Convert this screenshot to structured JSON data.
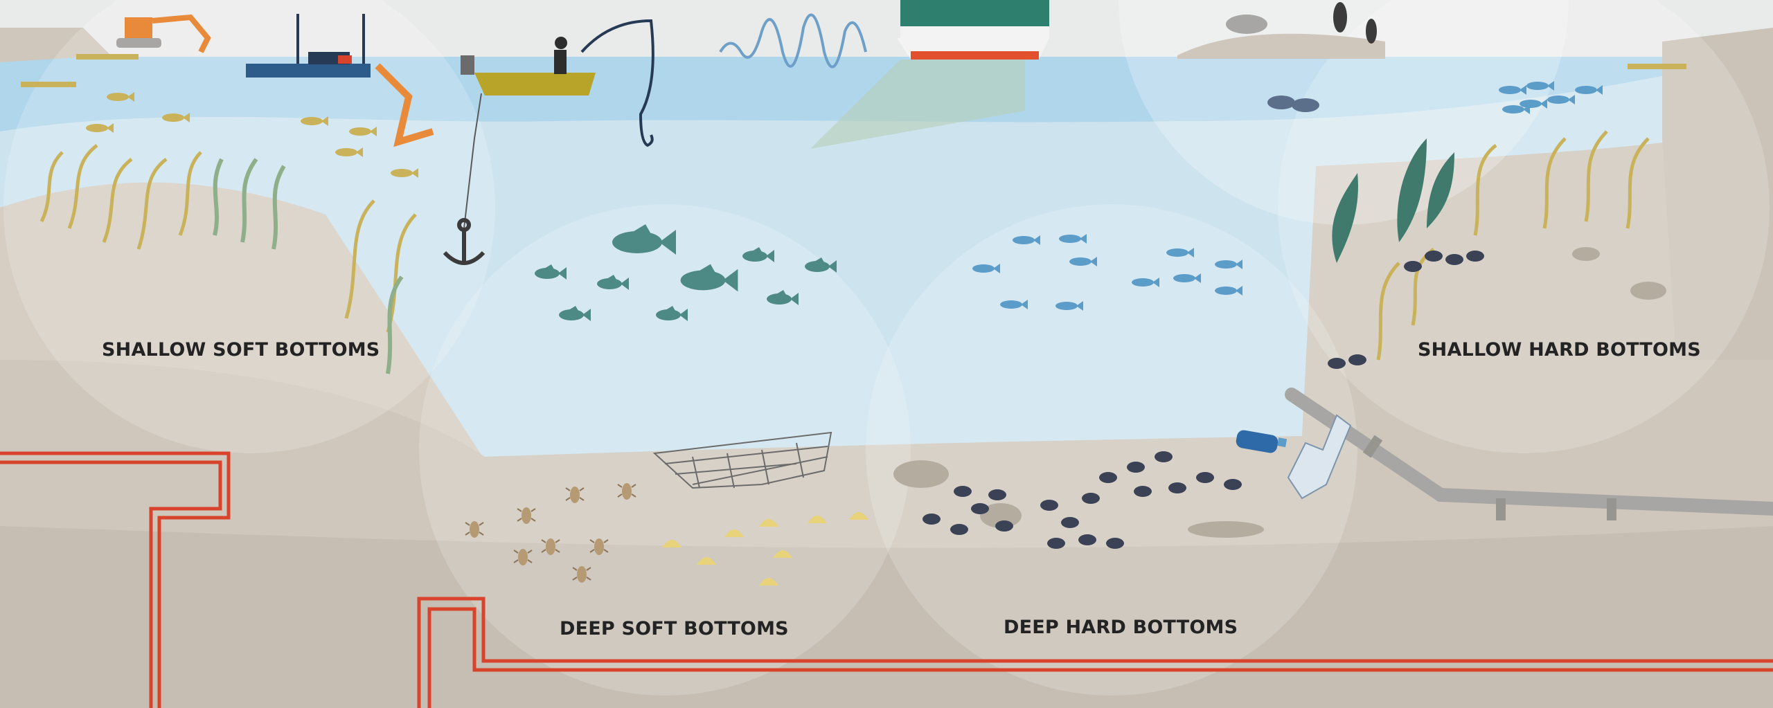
{
  "zones": {
    "shallow_soft": "SHALLOW SOFT BOTTOMS",
    "deep_soft": "DEEP SOFT BOTTOMS",
    "deep_hard": "DEEP HARD BOTTOMS",
    "shallow_hard": "SHALLOW HARD BOTTOMS"
  },
  "colors": {
    "sky": "#e9ebea",
    "water": "#cde3ee",
    "surface_water": "#a9d2ea",
    "sediment": "#cfc7bb",
    "deep_sediment": "#c6beb2",
    "cable": "#d9422b",
    "fish_blue": "#5b9cc9",
    "fish_green": "#4e8a85",
    "seaweed_yellow": "#c9b25a",
    "mussel": "#3b4256"
  }
}
